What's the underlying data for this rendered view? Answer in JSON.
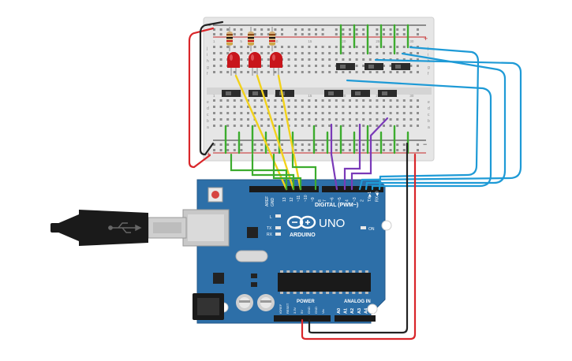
{
  "board": {
    "brand": "ARDUINO",
    "model": "UNO",
    "digital_label": "DIGITAL (PWM~)",
    "power_label": "POWER",
    "analog_label": "ANALOG IN",
    "on_label": "ON",
    "led_l": "L",
    "led_tx": "TX",
    "led_rx": "RX",
    "aref": "AREF",
    "gnd": "GND",
    "digital_pins": [
      "13",
      "12",
      "~11",
      "~10",
      "~9",
      "8",
      "7",
      "~6",
      "~5",
      "4",
      "~3",
      "2",
      "TX▶1",
      "RX◀0"
    ],
    "power_pins": [
      "IOREF",
      "RESET",
      "3.3V",
      "5V",
      "GND",
      "GND",
      "Vin"
    ],
    "analog_pins": [
      "A0",
      "A1",
      "A2",
      "A3",
      "A4",
      "A5"
    ]
  },
  "breadboard": {
    "row_letters_top": [
      "j",
      "i",
      "h",
      "g",
      "f"
    ],
    "row_letters_bottom": [
      "e",
      "d",
      "c",
      "b",
      "a"
    ],
    "column_numbers": [
      "1",
      "5",
      "10",
      "15",
      "20",
      "25",
      "30"
    ],
    "plus": "+",
    "minus": "−"
  },
  "colors": {
    "board_blue": "#2d6fa8",
    "wire_green": "#3cac2e",
    "wire_yellow": "#f2d21b",
    "wire_purple": "#7a3ab8",
    "wire_blue": "#1e9ad6",
    "wire_red": "#d9262a",
    "wire_black": "#222222",
    "led_red": "#c8151b"
  }
}
